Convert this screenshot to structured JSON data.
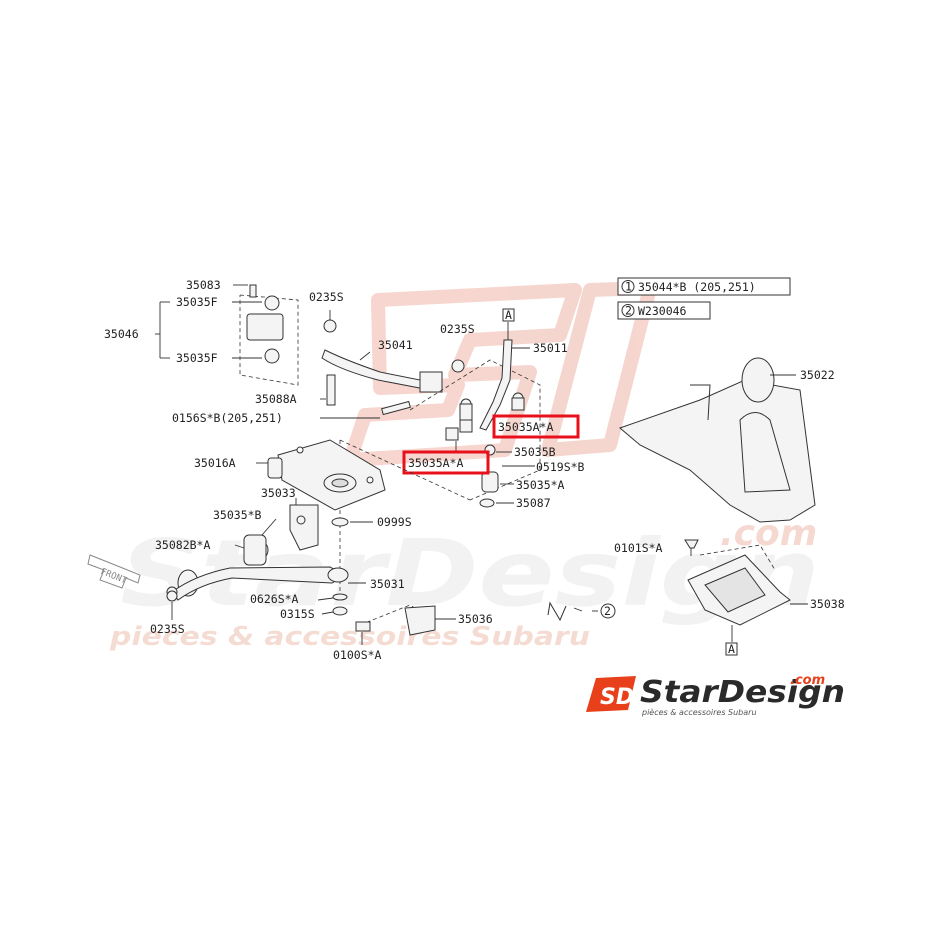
{
  "legend": {
    "entries": [
      {
        "marker": "1",
        "text": "35044*B  (205,251)"
      },
      {
        "marker": "2",
        "text": "W230046"
      }
    ]
  },
  "callouts": {
    "p35083": "35083",
    "p35035F_top": "35035F",
    "p35046": "35046",
    "p35035F_bot": "35035F",
    "p0235S_a": "0235S",
    "p35041": "35041",
    "p0235S_b": "0235S",
    "p35011": "35011",
    "p35088A": "35088A",
    "p0156S": "0156S*B(205,251)",
    "p35035A_top": "35035A*A",
    "p35035A_left": "35035A*A",
    "p35035B": "35035B",
    "p0519S": "0519S*B",
    "p35035A_bot": "35035*A",
    "p35087": "35087",
    "p35016A": "35016A",
    "p35033": "35033",
    "p35035B_left": "35035*B",
    "p0999S": "0999S",
    "p35082B": "35082B*A",
    "p35031": "35031",
    "p0626S": "0626S*A",
    "p0315S": "0315S",
    "p35036": "35036",
    "p0235S_c": "0235S",
    "p0100S": "0100S*A",
    "p35022": "35022",
    "p0101S": "0101S*A",
    "p35038": "35038",
    "refA_top": "A",
    "refA_bot": "A",
    "front": "FRONT",
    "marker2": "2"
  },
  "highlight_color": "#e8101a",
  "watermark": {
    "main": "StarDesign",
    "tagline": "pieces & accessoires Subaru",
    "dotcom": ".com",
    "color": "#f2d2c8"
  },
  "brand_logo": {
    "monogram": "SD",
    "name": "StarDesign",
    "dotcom": ".com",
    "tagline": "pièces & accessoires Subaru",
    "accent": "#e8401a"
  }
}
